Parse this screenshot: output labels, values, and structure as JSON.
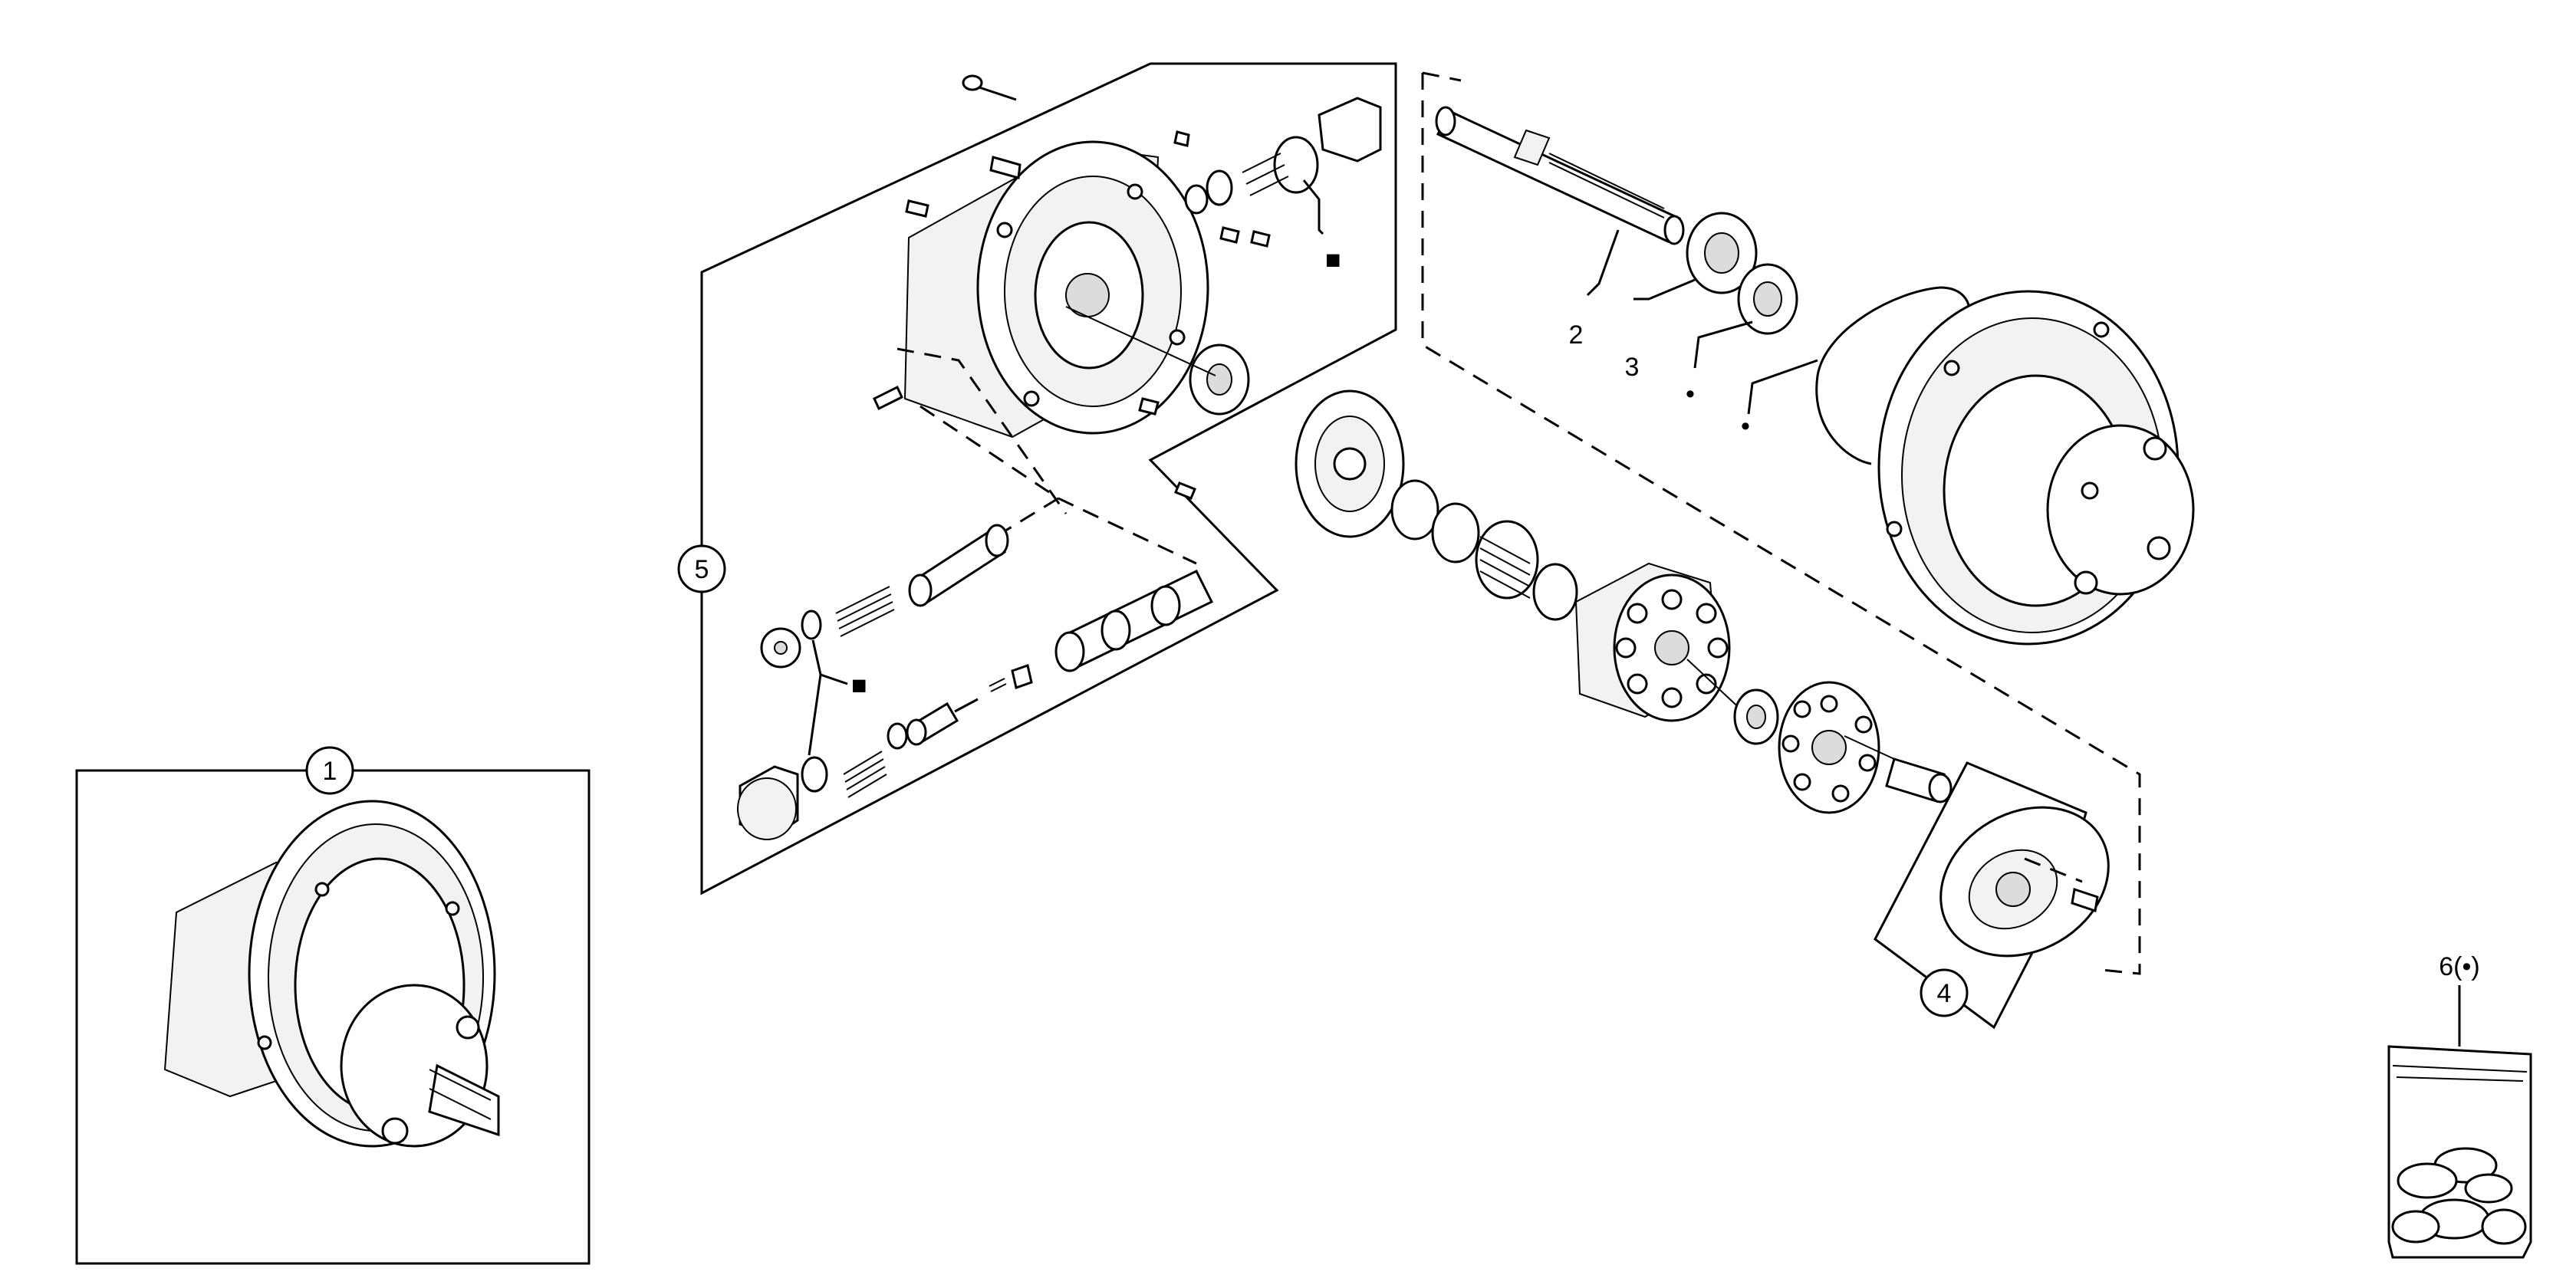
{
  "callouts": {
    "c1": "1",
    "c2": "2",
    "c3": "3",
    "c4": "4",
    "c5": "5",
    "c6": "6(•)"
  },
  "markers": {
    "square": "■",
    "dot": "•"
  }
}
